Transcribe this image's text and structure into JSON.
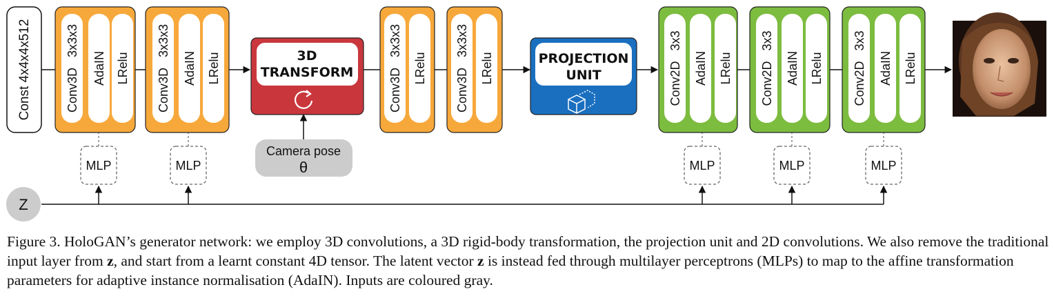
{
  "const_label": "Const 4x4x4x512",
  "conv3d_blocks": [
    {
      "layers": [
        "Conv3D   3x3x3",
        "AdaIN",
        "LRelu"
      ],
      "mlp": "MLP"
    },
    {
      "layers": [
        "Conv3D   3x3x3",
        "AdaIN",
        "LRelu"
      ],
      "mlp": "MLP"
    }
  ],
  "transform": {
    "line1": "3D",
    "line2": "TRANSFORM"
  },
  "camera": {
    "label": "Camera pose",
    "symbol": "θ"
  },
  "conv3d_plain": [
    {
      "layers": [
        "Conv3D   3x3x3",
        "LRelu"
      ]
    },
    {
      "layers": [
        "Conv3D   3x3x3",
        "LRelu"
      ]
    }
  ],
  "projection": {
    "line1": "PROJECTION",
    "line2": "UNIT"
  },
  "conv2d_blocks": [
    {
      "layers": [
        "Conv2D   3x3",
        "AdaIN",
        "LRelu"
      ],
      "mlp": "MLP"
    },
    {
      "layers": [
        "Conv2D   3x3",
        "AdaIN",
        "LRelu"
      ],
      "mlp": "MLP"
    },
    {
      "layers": [
        "Conv2D   3x3",
        "AdaIN",
        "LRelu"
      ],
      "mlp": "MLP"
    }
  ],
  "z_label": "Z",
  "colors": {
    "orange": "#f7a83b",
    "red": "#c9373d",
    "blue": "#1a6fbf",
    "green": "#7cbc3f",
    "gray": "#cccccc"
  },
  "caption": {
    "t1": "Figure 3. HoloGAN’s generator network: we employ 3D convolutions, a 3D rigid-body transformation, the projection unit and 2D convolutions. We also remove the traditional input layer from ",
    "z1": "z",
    "t2": ", and start from a learnt constant 4D tensor. The latent vector ",
    "z2": "z",
    "t3": " is instead fed through multilayer perceptrons (MLPs) to map to the affine transformation parameters for adaptive instance normalisation (AdaIN). Inputs are coloured gray."
  }
}
